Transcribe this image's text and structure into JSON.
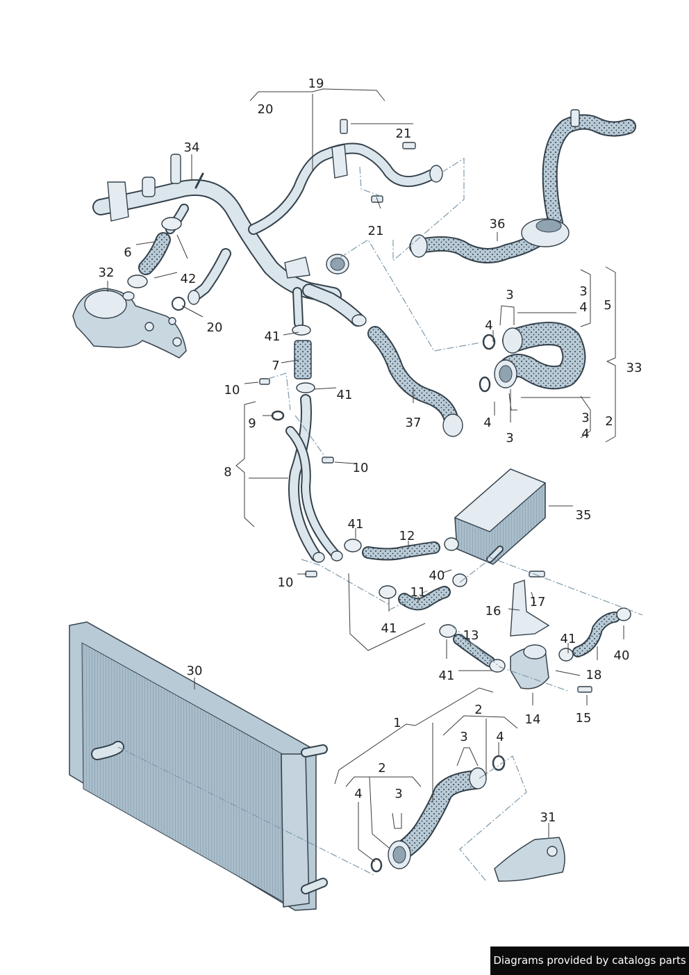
{
  "credit": "Diagrams provided by catalogs parts",
  "callouts": {
    "c19": "19",
    "c20a": "20",
    "c21a": "21",
    "c34": "34",
    "c6": "6",
    "c32": "32",
    "c42": "42",
    "c20b": "20",
    "c21b": "21",
    "c36": "36",
    "c41a": "41",
    "c7": "7",
    "c10a": "10",
    "c41b": "41",
    "c9": "9",
    "c8": "8",
    "c10b": "10",
    "c37": "37",
    "c3a": "3",
    "c3b": "3",
    "c4a": "4",
    "c5": "5",
    "c4b": "4",
    "c33": "33",
    "c3c": "3",
    "c2a": "2",
    "c4c": "4",
    "c3d": "3",
    "c4d": "4",
    "c35": "35",
    "c41c": "41",
    "c12": "12",
    "c10c": "10",
    "c40a": "40",
    "c11": "11",
    "c17": "17",
    "c16": "16",
    "c41d": "41",
    "c13": "13",
    "c41e": "41",
    "c40b": "40",
    "c41f": "41",
    "c18": "18",
    "c30": "30",
    "c14": "14",
    "c15": "15",
    "c1": "1",
    "c2b": "2",
    "c3e": "3",
    "c4e": "4",
    "c2c": "2",
    "c3f": "3",
    "c4f": "4",
    "c31": "31"
  }
}
